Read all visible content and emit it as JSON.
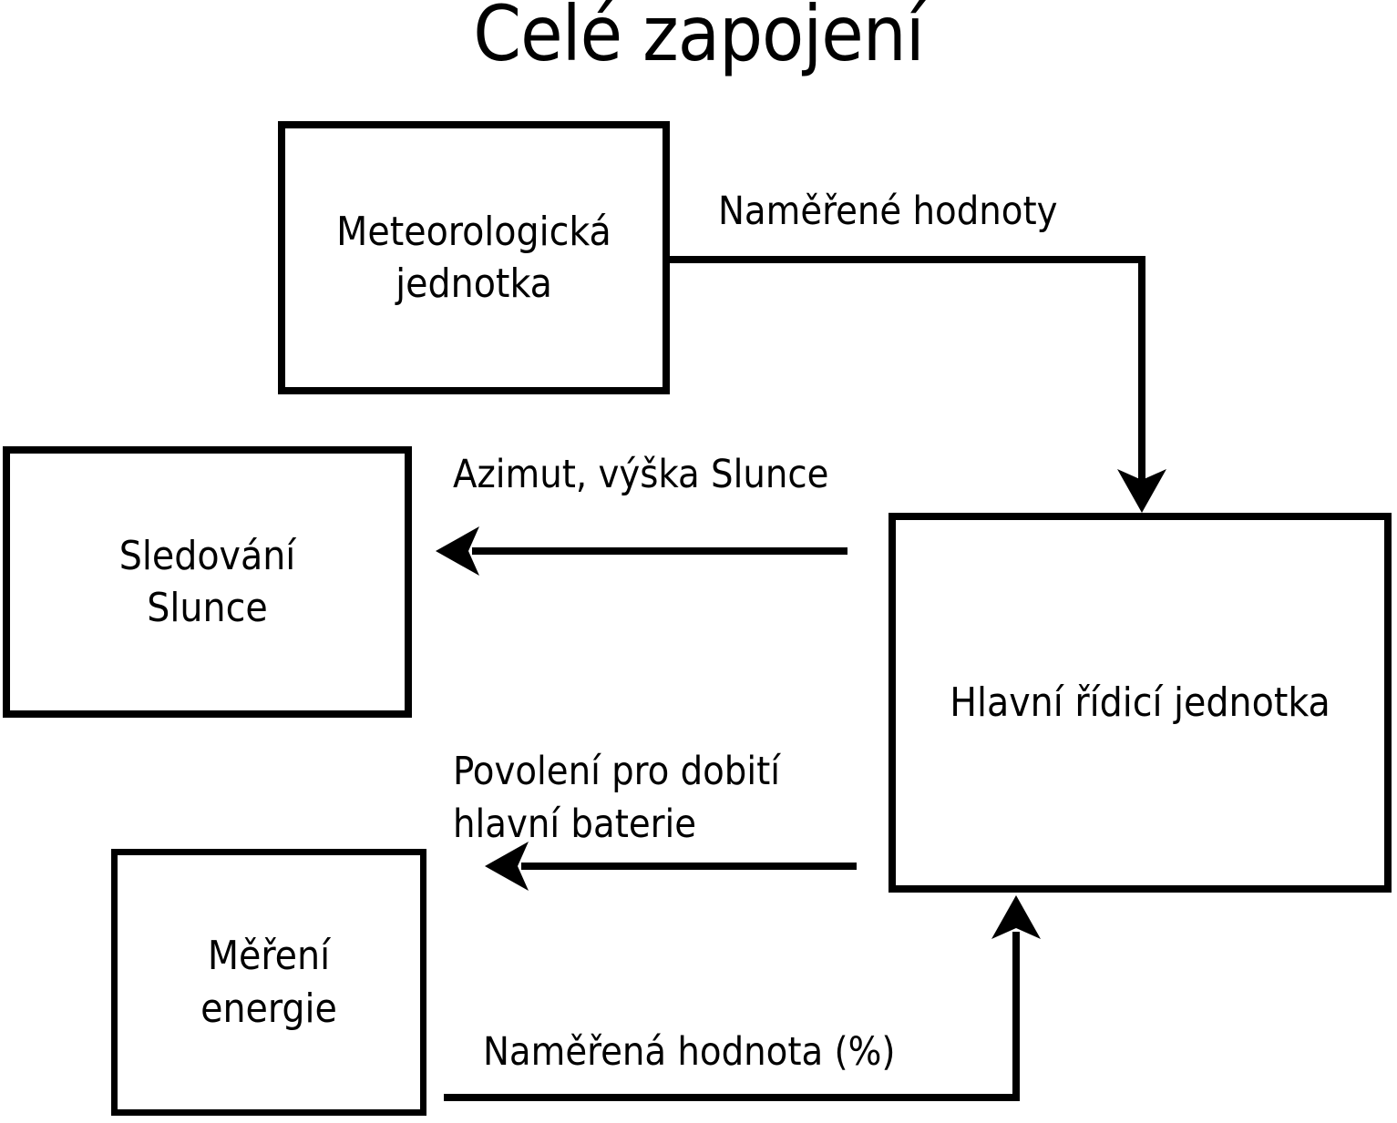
{
  "title": "Celé zapojení",
  "colors": {
    "background": "#ffffff",
    "line": "#000000",
    "text": "#000000"
  },
  "nodes": {
    "meteo": {
      "lines": [
        "Meteorologická",
        "jednotka"
      ]
    },
    "sun": {
      "lines": [
        "Sledování",
        "Slunce"
      ]
    },
    "energy": {
      "lines": [
        "Měření",
        "energie"
      ]
    },
    "main": {
      "lines": [
        "Hlavní řídicí jednotka"
      ]
    }
  },
  "edges": {
    "measured_values": {
      "label_lines": [
        "Naměřené hodnoty"
      ],
      "from": "Meteorologická jednotka",
      "to": "Hlavní řídicí jednotka"
    },
    "azimuth": {
      "label_lines": [
        "Azimut, výška Slunce"
      ],
      "from": "Hlavní řídicí jednotka",
      "to": "Sledování Slunce"
    },
    "charge_permission": {
      "label_lines": [
        "Povolení pro dobití",
        "hlavní baterie"
      ],
      "from": "Hlavní řídicí jednotka",
      "to": "Měření energie"
    },
    "measured_percent": {
      "label_lines": [
        "Naměřená hodnota (%)"
      ],
      "from": "Měření energie",
      "to": "Hlavní řídicí jednotka"
    }
  }
}
